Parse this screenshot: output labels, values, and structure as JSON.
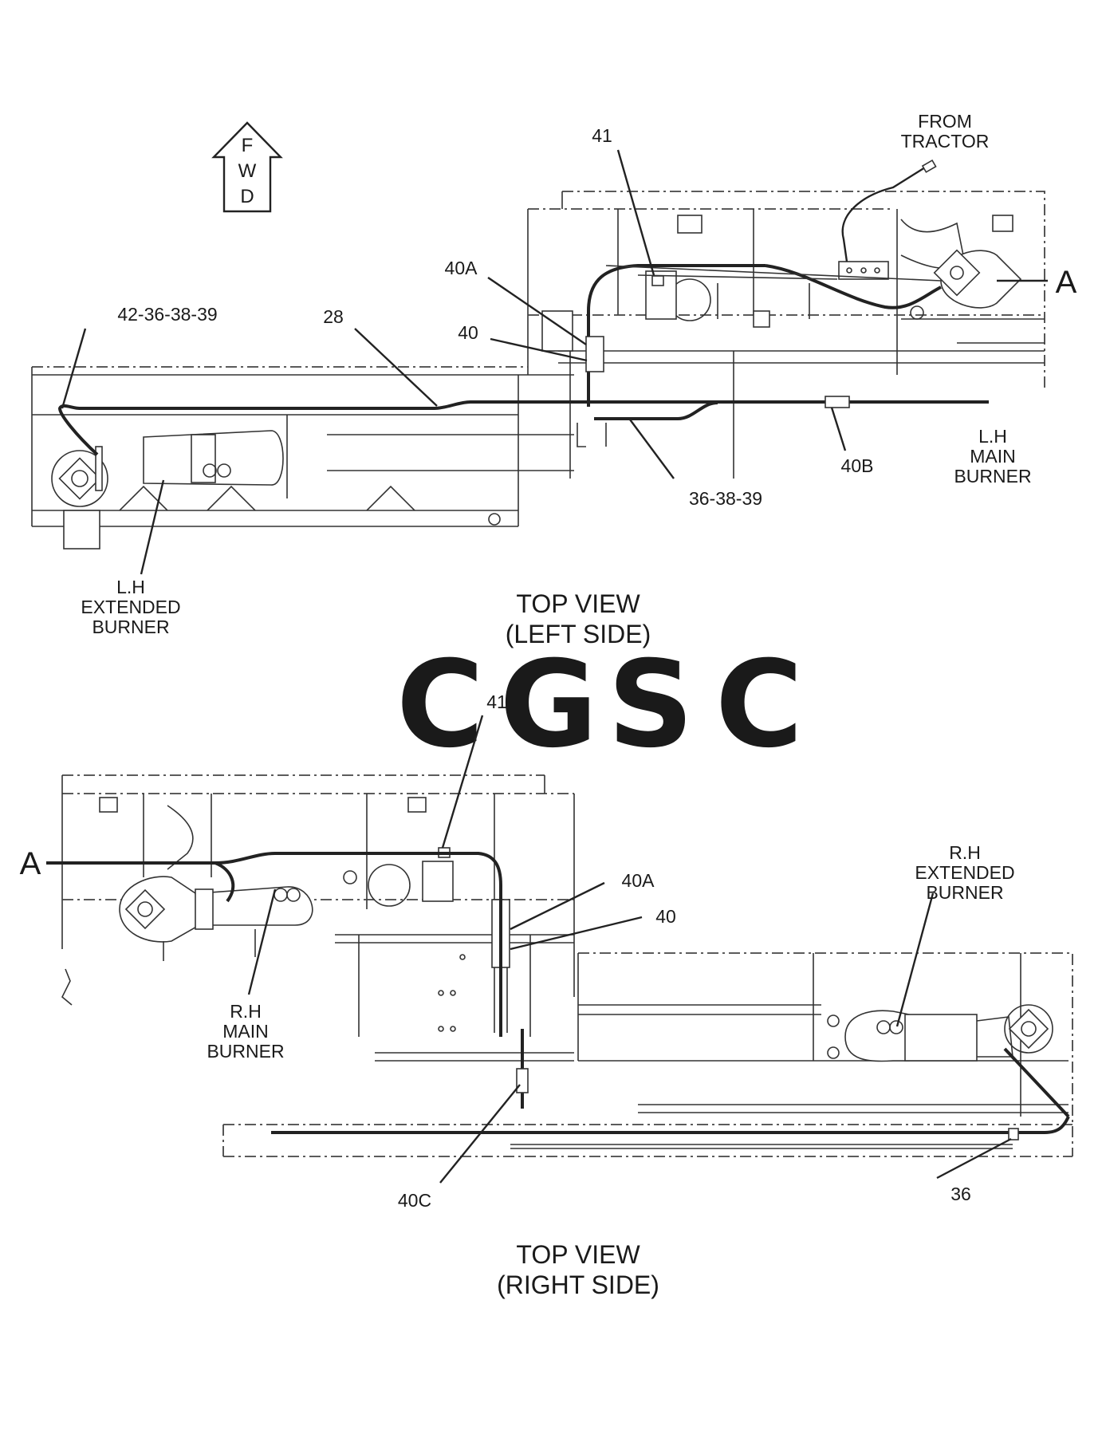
{
  "fwd_arrow": {
    "letters": [
      "F",
      "W",
      "D"
    ]
  },
  "watermark": {
    "letters": [
      "C",
      "G",
      "S",
      "C"
    ],
    "colors": [
      "#7aa7f0",
      "#ef8f8a",
      "#f6dc6c",
      "#7cc49a"
    ]
  },
  "top_view": {
    "caption_line1": "TOP VIEW",
    "caption_line2": "(LEFT SIDE)",
    "section_marker": "A",
    "from_tractor": [
      "FROM",
      "TRACTOR"
    ],
    "lh_main_burner": [
      "L.H",
      "MAIN",
      "BURNER"
    ],
    "lh_extended_burner": [
      "L.H",
      "EXTENDED",
      "BURNER"
    ],
    "callouts": {
      "c41": "41",
      "c40a": "40A",
      "c40": "40",
      "c42_36_38_39": "42-36-38-39",
      "c28": "28",
      "c36_38_39": "36-38-39",
      "c40b": "40B"
    }
  },
  "bottom_view": {
    "caption_line1": "TOP VIEW",
    "caption_line2": "(RIGHT SIDE)",
    "section_marker": "A",
    "rh_main_burner": [
      "R.H",
      "MAIN",
      "BURNER"
    ],
    "rh_extended_burner": [
      "R.H",
      "EXTENDED",
      "BURNER"
    ],
    "callouts": {
      "c41": "41",
      "c40a": "40A",
      "c40": "40",
      "c40c": "40C",
      "c36": "36"
    }
  }
}
